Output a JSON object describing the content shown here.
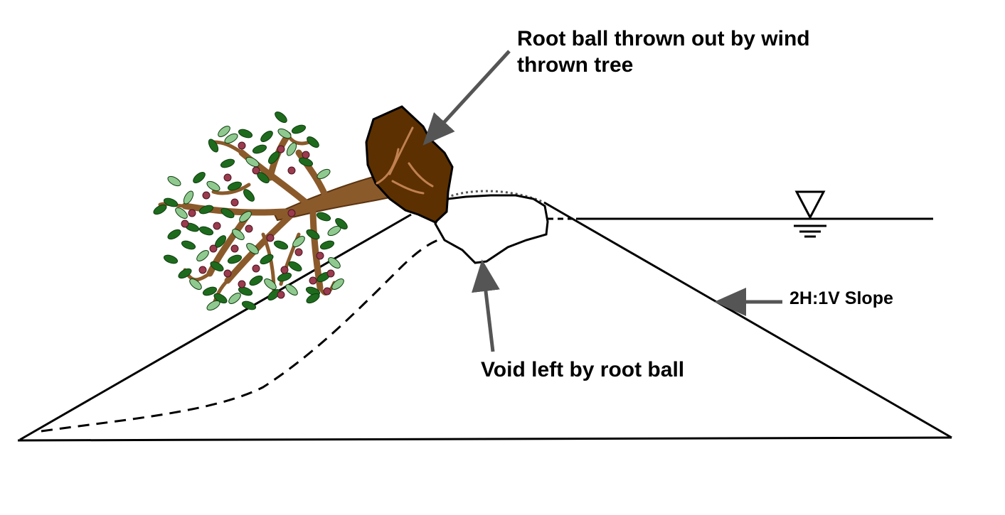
{
  "labels": {
    "root_ball_line1": "Root ball thrown out by wind",
    "root_ball_line2": "thrown tree",
    "void": "Void left by root ball",
    "slope": "2H:1V Slope"
  },
  "colors": {
    "line": "#000000",
    "arrow": "#555555",
    "root_ball": "#5c3000",
    "trunk": "#8b5a2b",
    "trunk_stroke": "#5a3410",
    "leaf_dark": "#1e6b1e",
    "leaf_light": "#8fc98f",
    "fruit": "#9a3b4e"
  },
  "icons": [
    "water-level-triangle-icon",
    "tree-icon"
  ]
}
